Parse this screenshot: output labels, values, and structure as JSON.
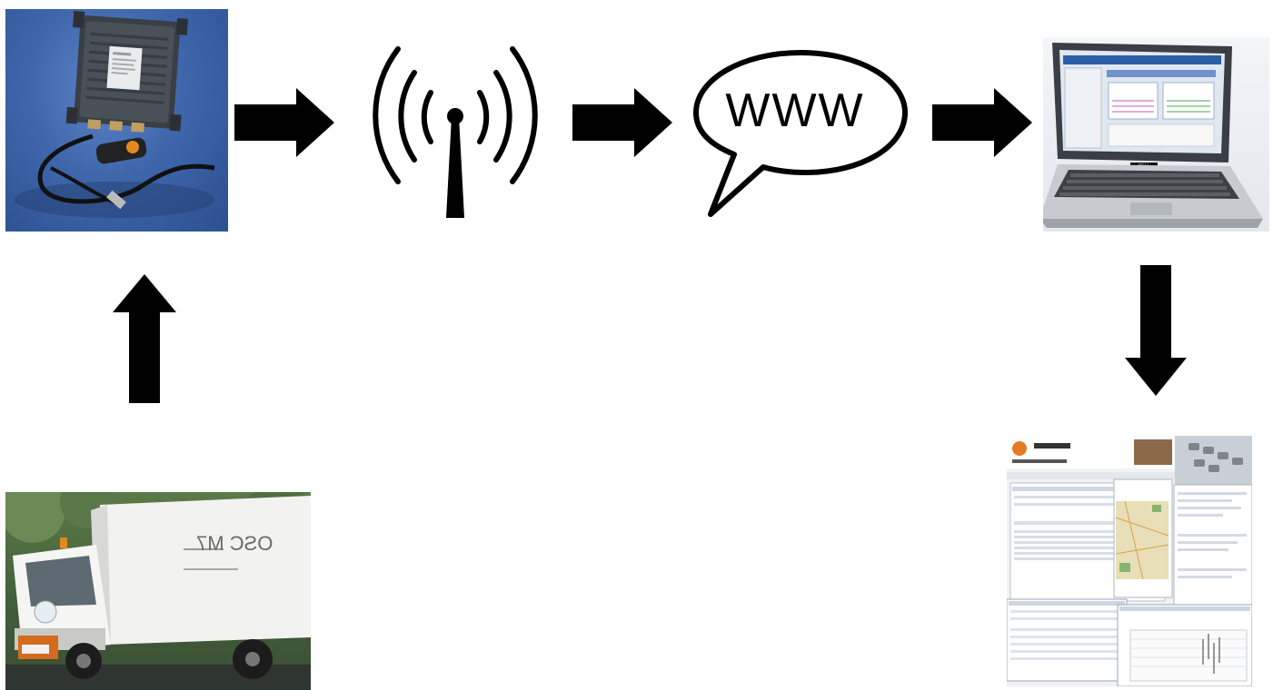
{
  "diagram": {
    "speech_bubble_text": "WWW",
    "truck_side_text": "OSC M7",
    "screen_logo_text": "DELL"
  }
}
